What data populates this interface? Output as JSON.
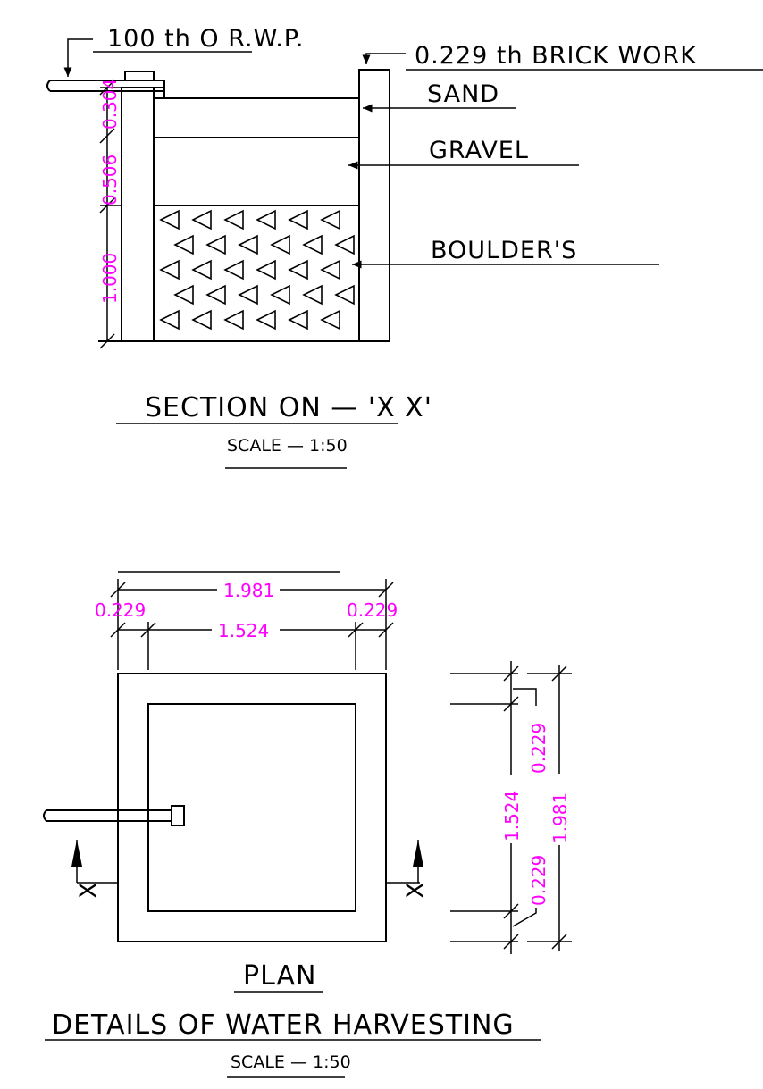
{
  "section": {
    "labels": {
      "rwp": "100 th O R.W.P.",
      "brickwork": "0.229 th BRICK WORK",
      "sand": "SAND",
      "gravel": "GRAVEL",
      "boulders": "BOULDER'S"
    },
    "dimensions": {
      "top_layer": "0.304",
      "middle_layer": "0.506",
      "bottom_layer": "1.000"
    },
    "title": "SECTION ON — 'X X'",
    "scale": "SCALE — 1:50"
  },
  "plan": {
    "dimensions": {
      "overall_width": "1.981",
      "left_wall": "0.229",
      "right_wall": "0.229",
      "inner_width": "1.524",
      "overall_height": "1.981",
      "inner_height": "1.524",
      "top_wall": "0.229",
      "bottom_wall": "0.229"
    },
    "section_marker_left": "X",
    "section_marker_right": "X",
    "title": "PLAN"
  },
  "drawing": {
    "title": "DETAILS OF WATER HARVESTING",
    "scale": "SCALE — 1:50"
  },
  "colors": {
    "dimension_text": "#ff00ff",
    "linework": "#000000",
    "background": "#ffffff"
  }
}
